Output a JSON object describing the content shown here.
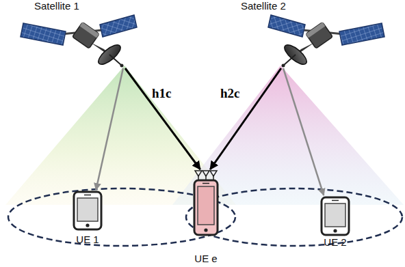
{
  "diagram": {
    "nodes": [
      {
        "text": [
          "Satellite 1"
        ]
      },
      {
        "text": [
          "Satellite 2"
        ]
      },
      {
        "text": [
          "UE 1"
        ]
      },
      {
        "text": [
          "UE e"
        ]
      },
      {
        "text": [
          "UE 2"
        ]
      }
    ],
    "edges": [
      {
        "from": 0,
        "to": 2,
        "arrow": "to"
      },
      {
        "from": 0,
        "to": 3,
        "label": "h1c",
        "arrow": "to"
      },
      {
        "from": 1,
        "to": 3,
        "label": "h2c",
        "arrow": "to"
      },
      {
        "from": 1,
        "to": 4,
        "arrow": "to"
      }
    ]
  }
}
